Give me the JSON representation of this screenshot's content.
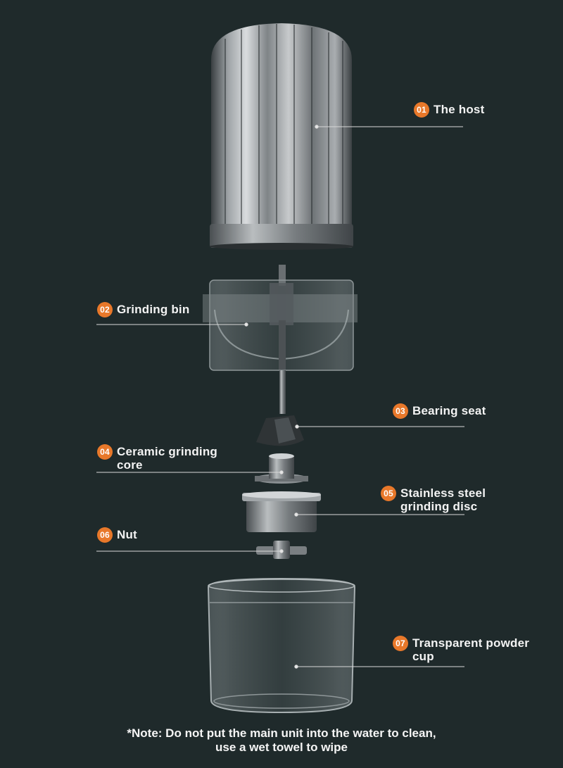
{
  "parts": [
    {
      "num": "01",
      "label": "The host"
    },
    {
      "num": "02",
      "label": "Grinding bin"
    },
    {
      "num": "03",
      "label": "Bearing seat"
    },
    {
      "num": "04",
      "label": "Ceramic grinding\ncore"
    },
    {
      "num": "05",
      "label": "Stainless steel\ngrinding disc"
    },
    {
      "num": "06",
      "label": "Nut"
    },
    {
      "num": "07",
      "label": "Transparent powder\ncup"
    }
  ],
  "note": "*Note: Do not put the main unit into the water to clean,\nuse a wet towel to wipe",
  "colors": {
    "background": "#1f2a2b",
    "badge": "#e8782a",
    "leader": "#d8d8d8"
  }
}
